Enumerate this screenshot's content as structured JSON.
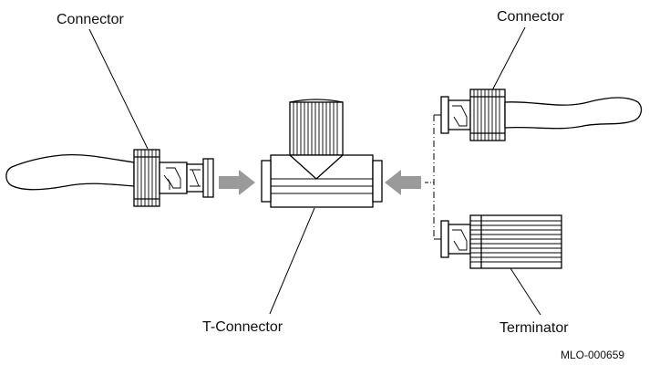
{
  "labels": {
    "connector_left": "Connector",
    "connector_right": "Connector",
    "t_connector": "T-Connector",
    "terminator": "Terminator",
    "figure_code": "MLO-000659"
  },
  "colors": {
    "line": "#000000",
    "arrow": "#9a9a9a",
    "background": "#ffffff"
  }
}
